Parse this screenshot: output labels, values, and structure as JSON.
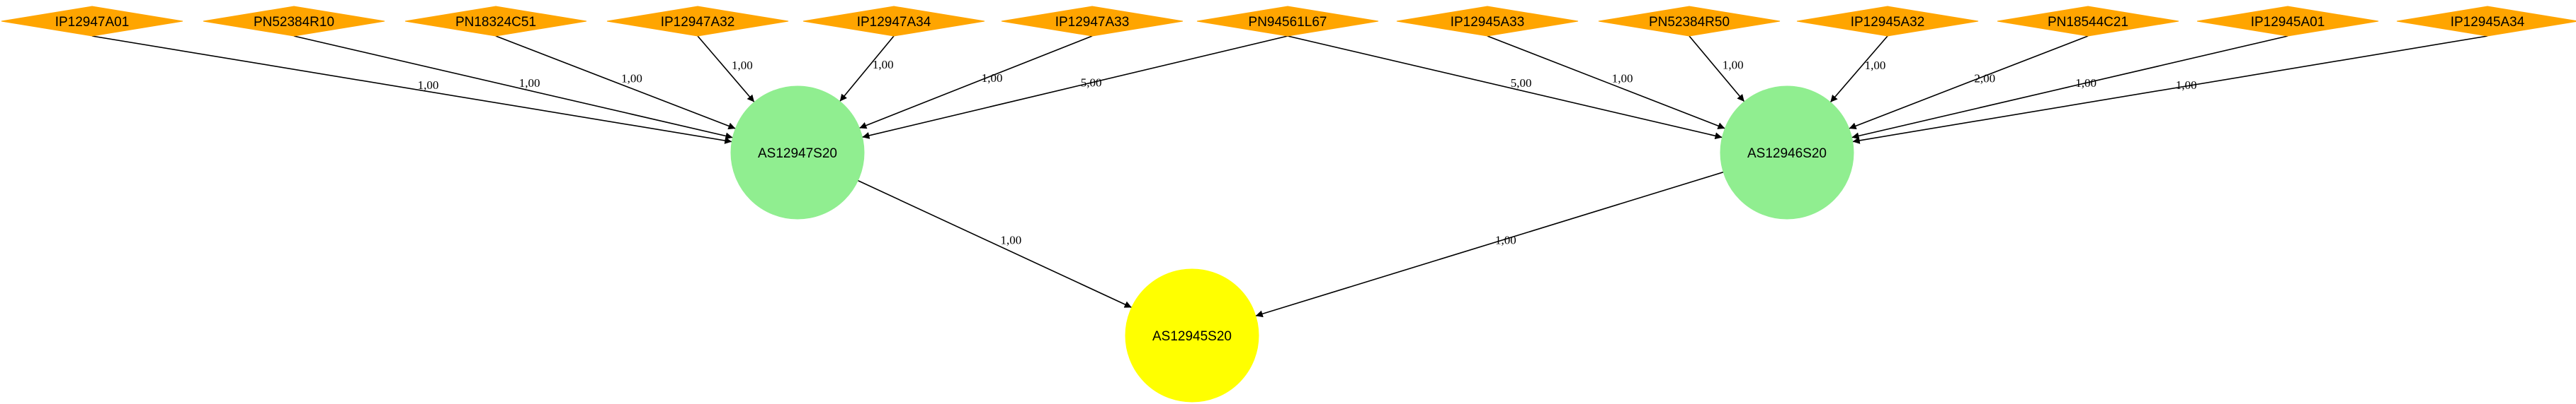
{
  "colors": {
    "part_fill": "#ffa500",
    "assembly_fill": "#90ee90",
    "root_fill": "#ffff00",
    "edge": "#000000",
    "background": "#ffffff"
  },
  "nodes": [
    {
      "id": "IP12947A01",
      "label": "IP12947A01",
      "shape": "diamond"
    },
    {
      "id": "PN52384R10",
      "label": "PN52384R10",
      "shape": "diamond"
    },
    {
      "id": "PN18324C51",
      "label": "PN18324C51",
      "shape": "diamond"
    },
    {
      "id": "IP12947A32",
      "label": "IP12947A32",
      "shape": "diamond"
    },
    {
      "id": "IP12947A34",
      "label": "IP12947A34",
      "shape": "diamond"
    },
    {
      "id": "IP12947A33",
      "label": "IP12947A33",
      "shape": "diamond"
    },
    {
      "id": "PN94561L67",
      "label": "PN94561L67",
      "shape": "diamond"
    },
    {
      "id": "IP12945A33",
      "label": "IP12945A33",
      "shape": "diamond"
    },
    {
      "id": "PN52384R50",
      "label": "PN52384R50",
      "shape": "diamond"
    },
    {
      "id": "IP12945A32",
      "label": "IP12945A32",
      "shape": "diamond"
    },
    {
      "id": "PN18544C21",
      "label": "PN18544C21",
      "shape": "diamond"
    },
    {
      "id": "IP12945A01",
      "label": "IP12945A01",
      "shape": "diamond"
    },
    {
      "id": "IP12945A34",
      "label": "IP12945A34",
      "shape": "diamond"
    },
    {
      "id": "AS12947S20",
      "label": "AS12947S20",
      "shape": "circle",
      "fill": "assembly"
    },
    {
      "id": "AS12946S20",
      "label": "AS12946S20",
      "shape": "circle",
      "fill": "assembly"
    },
    {
      "id": "AS12945S20",
      "label": "AS12945S20",
      "shape": "circle",
      "fill": "root"
    }
  ],
  "edges": [
    {
      "from": "IP12947A01",
      "to": "AS12947S20",
      "label": "1,00"
    },
    {
      "from": "PN52384R10",
      "to": "AS12947S20",
      "label": "1,00"
    },
    {
      "from": "PN18324C51",
      "to": "AS12947S20",
      "label": "1,00"
    },
    {
      "from": "IP12947A32",
      "to": "AS12947S20",
      "label": "1,00"
    },
    {
      "from": "IP12947A34",
      "to": "AS12947S20",
      "label": "1,00"
    },
    {
      "from": "IP12947A33",
      "to": "AS12947S20",
      "label": "1,00"
    },
    {
      "from": "PN94561L67",
      "to": "AS12947S20",
      "label": "5,00"
    },
    {
      "from": "PN94561L67",
      "to": "AS12946S20",
      "label": "5,00"
    },
    {
      "from": "IP12945A33",
      "to": "AS12946S20",
      "label": "1,00"
    },
    {
      "from": "PN52384R50",
      "to": "AS12946S20",
      "label": "1,00"
    },
    {
      "from": "IP12945A32",
      "to": "AS12946S20",
      "label": "1,00"
    },
    {
      "from": "PN18544C21",
      "to": "AS12946S20",
      "label": "2,00"
    },
    {
      "from": "IP12945A01",
      "to": "AS12946S20",
      "label": "1,00"
    },
    {
      "from": "IP12945A34",
      "to": "AS12946S20",
      "label": "1,00"
    },
    {
      "from": "AS12947S20",
      "to": "AS12945S20",
      "label": "1,00"
    },
    {
      "from": "AS12946S20",
      "to": "AS12945S20",
      "label": "1,00"
    }
  ]
}
